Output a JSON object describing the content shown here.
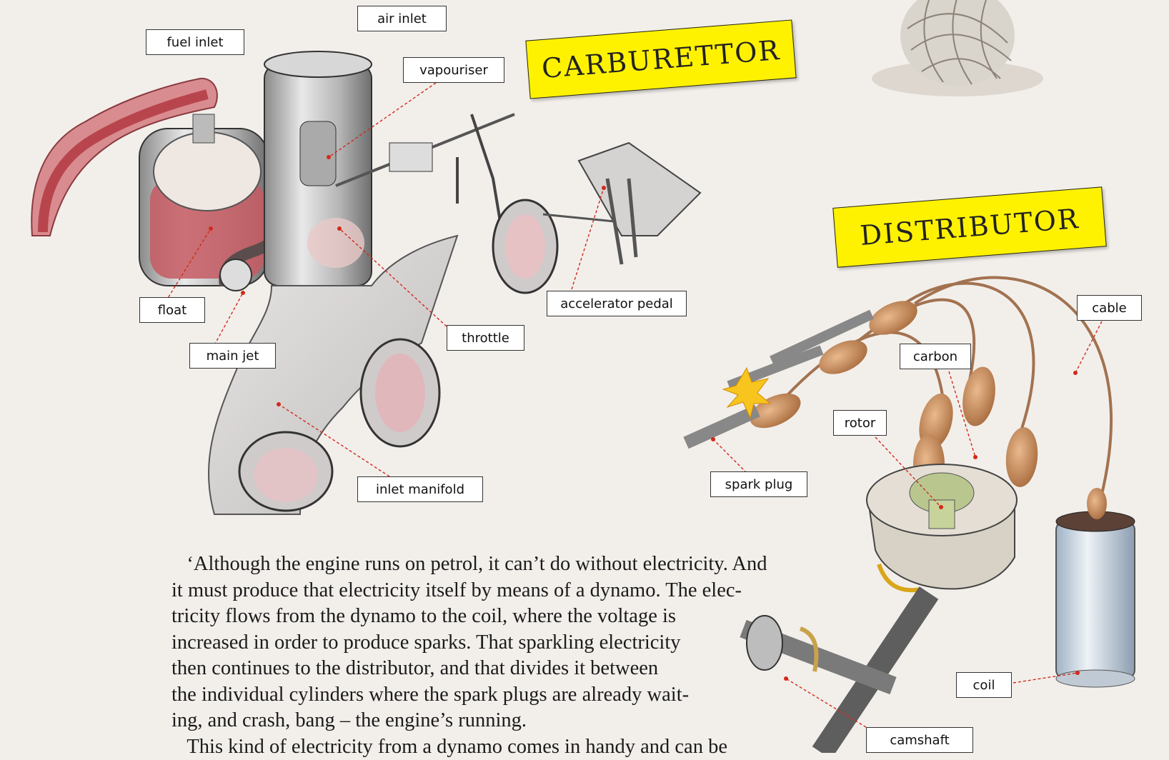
{
  "banners": {
    "carburettor": "CARBURETTOR",
    "distributor": "DISTRIBUTOR"
  },
  "labels": {
    "fuel_inlet": "fuel inlet",
    "air_inlet": "air inlet",
    "vapouriser": "vapouriser",
    "float": "float",
    "main_jet": "main jet",
    "throttle": "throttle",
    "accelerator_pedal": "accelerator pedal",
    "inlet_manifold": "inlet manifold",
    "cable": "cable",
    "carbon": "carbon",
    "rotor": "rotor",
    "spark_plug": "spark plug",
    "coil": "coil",
    "camshaft": "camshaft"
  },
  "body_text": {
    "lines": [
      "   ‘Although the engine runs on petrol, it can’t do without electricity. And",
      "it must produce that electricity itself by means of a dynamo. The elec-",
      "tricity flows from the dynamo to the coil, where the voltage is",
      "increased in order to produce sparks. That sparkling electricity",
      "then continues to the distributor, and that divides it between",
      "the individual cylinders where the spark plugs are already wait-",
      "ing, and crash, bang – the engine’s running.",
      "   This kind of electricity from a dynamo comes in handy and can be"
    ]
  },
  "colors": {
    "banner": "#fff200",
    "leader": "#d22a1a",
    "fuel": "#c0444a"
  }
}
